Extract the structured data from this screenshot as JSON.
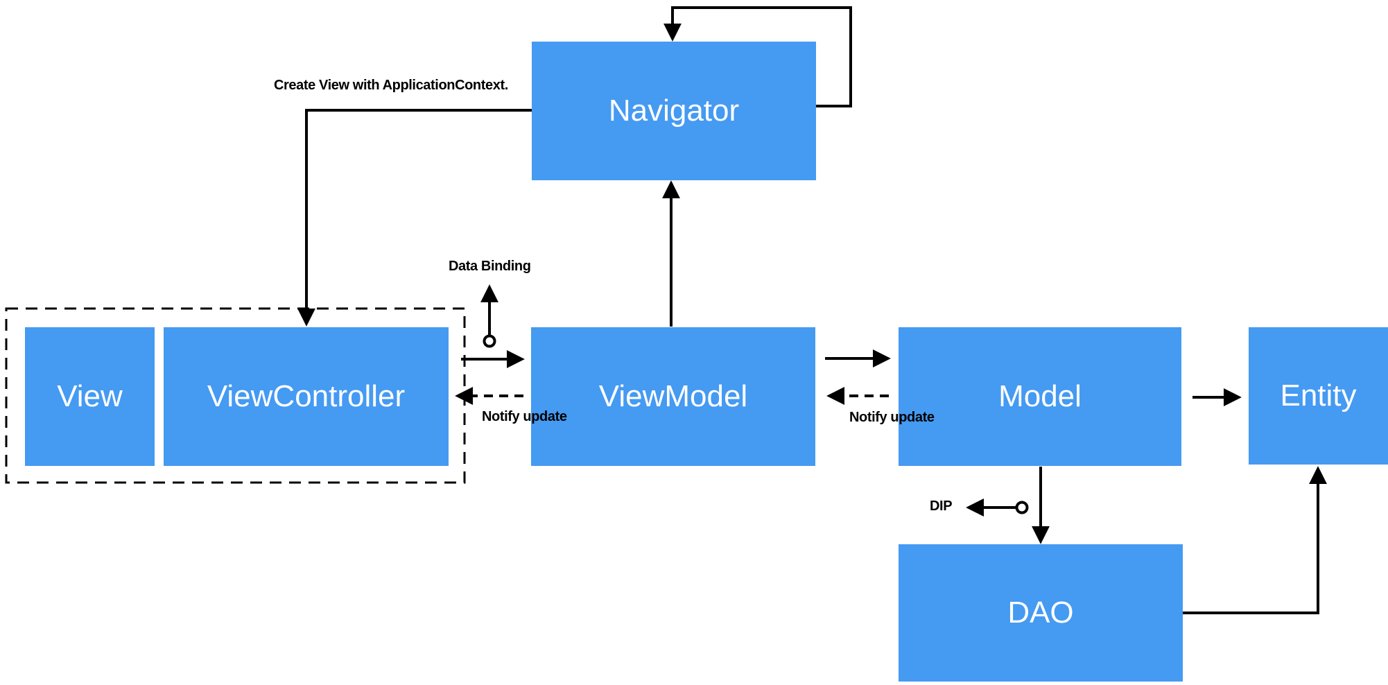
{
  "diagram": {
    "nodes": {
      "navigator": {
        "label": "Navigator"
      },
      "view": {
        "label": "View"
      },
      "view_controller": {
        "label": "ViewController"
      },
      "view_model": {
        "label": "ViewModel"
      },
      "model": {
        "label": "Model"
      },
      "entity": {
        "label": "Entity"
      },
      "dao": {
        "label": "DAO"
      }
    },
    "edge_labels": {
      "create_view": "Create View with ApplicationContext.",
      "data_binding": "Data Binding",
      "notify_update_left": "Notify update",
      "notify_update_right": "Notify update",
      "dip": "DIP"
    },
    "colors": {
      "node_fill": "#459AF2",
      "node_text": "#FFFFFF",
      "line": "#000000",
      "background": "#FFFFFF"
    }
  }
}
